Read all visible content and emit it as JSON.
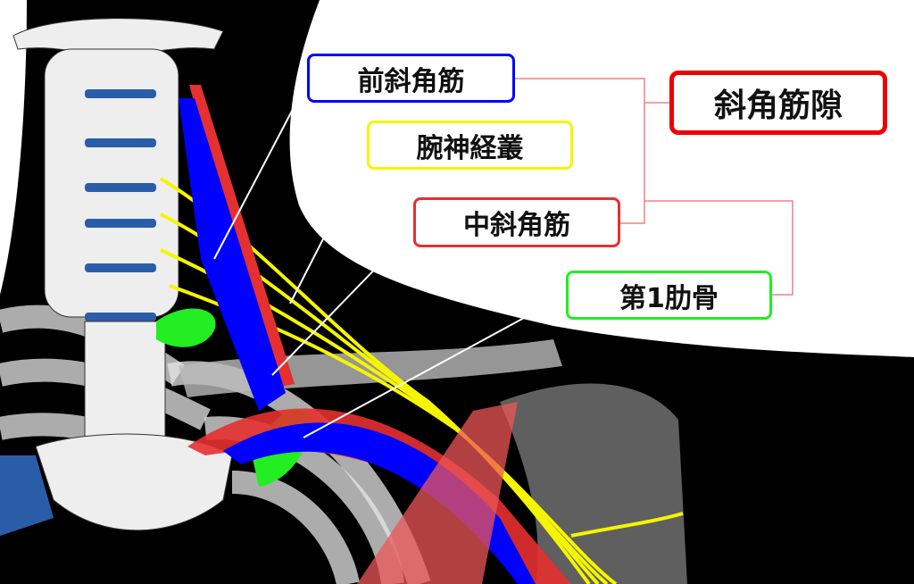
{
  "labels": {
    "anterior_scalene": "前斜角筋",
    "brachial_plexus": "腕神経叢",
    "middle_scalene": "中斜角筋",
    "first_rib": "第1肋骨",
    "scalene_gap": "斜角筋隙"
  },
  "colors": {
    "anterior_scalene": "#0000ff",
    "brachial_plexus": "#f5f500",
    "middle_scalene": "#e53030",
    "first_rib": "#22ee22",
    "scalene_gap": "#ee0000",
    "bracket": "#f08080"
  }
}
